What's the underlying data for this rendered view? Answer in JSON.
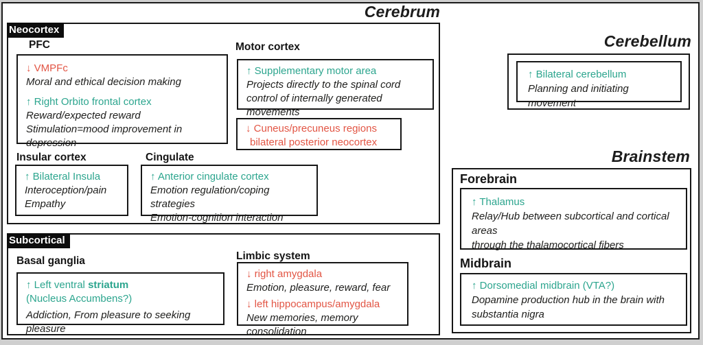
{
  "colors": {
    "increase_teal": "#2ca58e",
    "decrease_red": "#e25544",
    "ink": "#1d1d1b"
  },
  "titles": {
    "cerebrum": "Cerebrum",
    "cerebellum": "Cerebellum",
    "brainstem": "Brainstem"
  },
  "neocortex": {
    "tag": "Neocortex",
    "pfc": {
      "heading": "PFC",
      "vmpfc": "↓ VMPFc",
      "vmpfc_desc": "Moral and ethical decision making",
      "orbito": "↑ Right Orbito frontal cortex",
      "orbito_desc1": "Reward/expected reward",
      "orbito_desc2": "Stimulation=mood improvement in depression"
    },
    "motor": {
      "heading": "Motor cortex",
      "sma": "↑ Supplementary motor area",
      "sma_desc1": "Projects directly to the spinal cord",
      "sma_desc2": "control of internally generated movements",
      "cuneus": "↓ Cuneus/precuneus regions",
      "cuneus_desc": "bilateral posterior neocortex"
    },
    "insular": {
      "heading": "Insular cortex",
      "insula": "↑ Bilateral Insula",
      "desc1": "Interoception/pain",
      "desc2": "Empathy"
    },
    "cingulate": {
      "heading": "Cingulate",
      "acc": "↑ Anterior cingulate cortex",
      "desc1": "Emotion regulation/coping strategies",
      "desc2": "Emotion-cognition interaction"
    }
  },
  "subcortical": {
    "tag": "Subcortical",
    "basal_ganglia": {
      "heading": "Basal ganglia",
      "striatum_prefix": "↑ Left ventral",
      "striatum_bold": "striatum",
      "nucleus": "(Nucleus Accumbens?)",
      "desc": "Addiction, From pleasure to seeking pleasure"
    },
    "limbic": {
      "heading": "Limbic system",
      "amygdala": "↓ right amygdala",
      "amygdala_desc": "Emotion, pleasure, reward, fear",
      "hippocampus": "↓ left hippocampus/amygdala",
      "hippocampus_desc": "New memories, memory consolidation"
    }
  },
  "cerebellum_box": {
    "bilateral": "↑ Bilateral cerebellum",
    "desc": "Planning and initiating movement"
  },
  "brainstem_box": {
    "forebrain": {
      "heading": "Forebrain",
      "thalamus": "↑ Thalamus",
      "desc1": "Relay/Hub between subcortical and cortical areas",
      "desc2": "through the thalamocortical fibers"
    },
    "midbrain": {
      "heading": "Midbrain",
      "vta": "↑ Dorsomedial midbrain (VTA?)",
      "desc1": "Dopamine production hub in the brain with",
      "desc2": "substantia nigra"
    }
  }
}
